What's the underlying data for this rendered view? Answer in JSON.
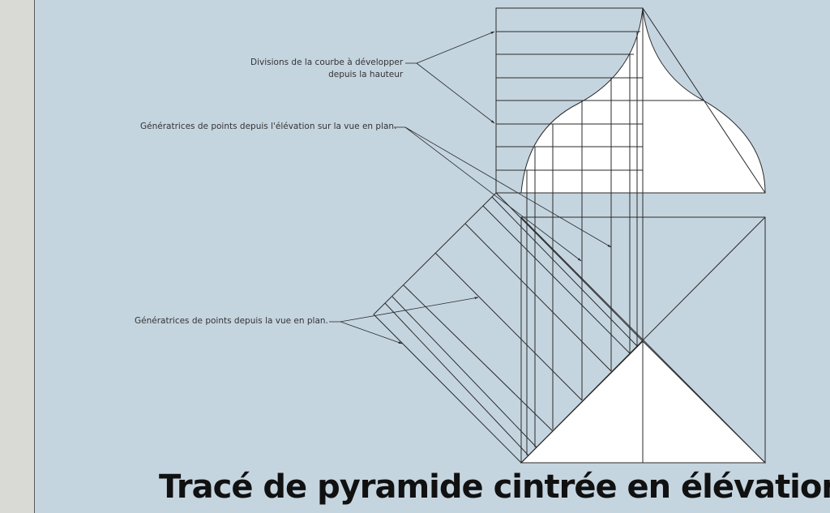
{
  "annotations": {
    "divisions_line1": "Divisions de la courbe à développer",
    "divisions_line2": "depuis la hauteur",
    "generatrices_elevation": "Génératrices de points depuis l'élévation sur la vue en plan.",
    "generatrices_plan": "Génératrices de points depuis la vue en plan."
  },
  "title": "Tracé de pyramide cintrée en élévation",
  "colors": {
    "background": "#c5d5e0",
    "margin": "#d9d9d6",
    "line": "#2a2a2a",
    "fill": "#ffffff"
  }
}
